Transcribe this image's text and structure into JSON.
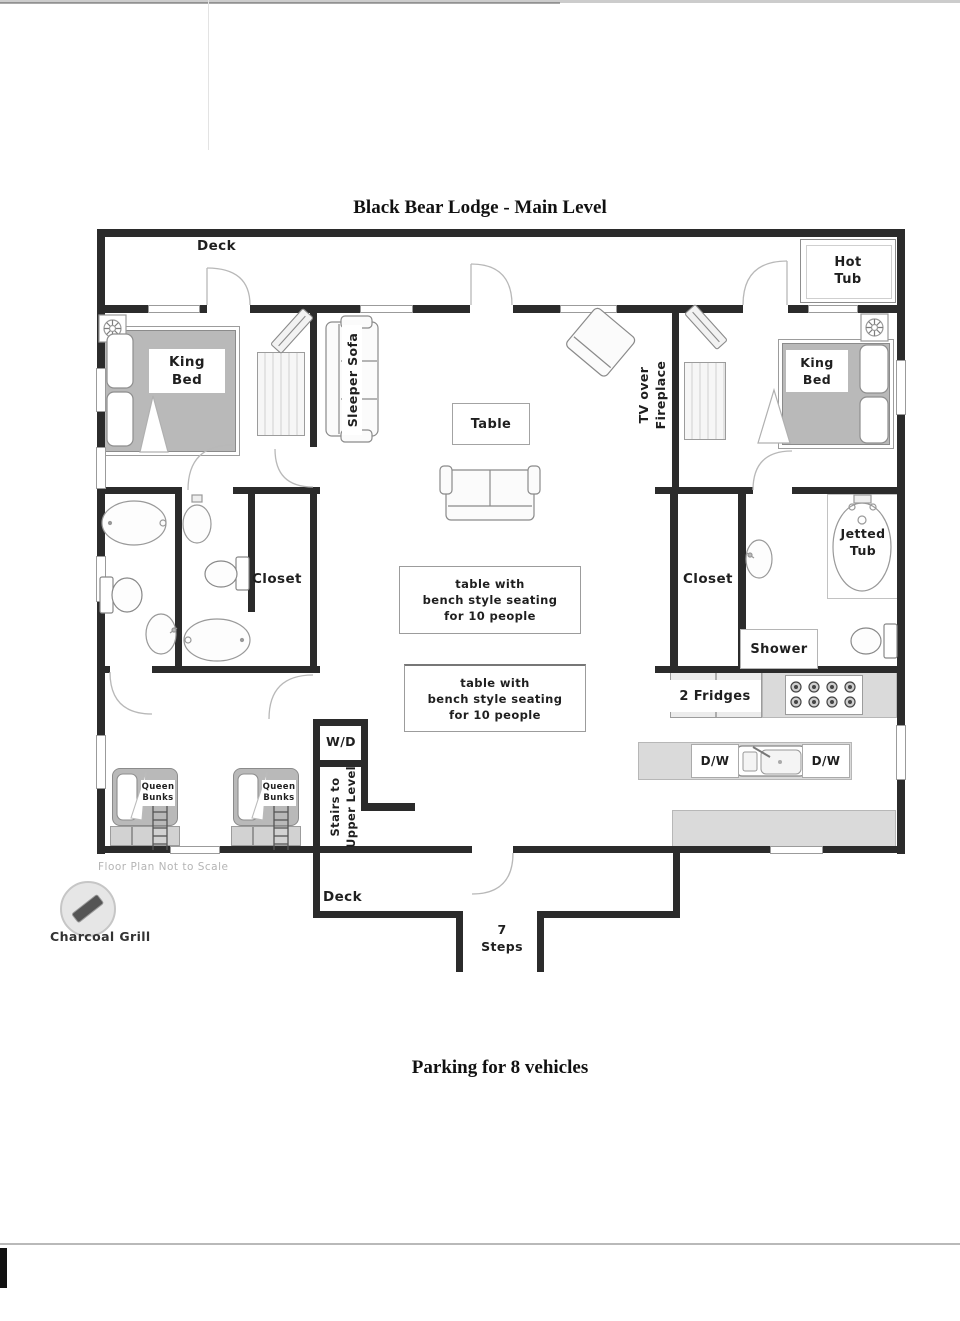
{
  "document": {
    "title": "Black Bear Lodge - Main Level",
    "parking_note": "Parking for 8 vehicles",
    "scale_note": "Floor Plan Not to Scale"
  },
  "labels": {
    "deck_top": "Deck",
    "deck_bottom": "Deck",
    "hot_tub": [
      "Hot",
      "Tub"
    ],
    "king_bed_left": [
      "King",
      "Bed"
    ],
    "king_bed_right": [
      "King",
      "Bed"
    ],
    "sleeper_sofa": "Sleeper Sofa",
    "tv_over_fireplace": [
      "TV over",
      "Fireplace"
    ],
    "table": "Table",
    "closet_left": "Closet",
    "closet_right": "Closet",
    "jetted_tub": [
      "Jetted",
      "Tub"
    ],
    "shower": "Shower",
    "dining_table_1": [
      "table with",
      "bench style seating",
      "for 10 people"
    ],
    "dining_table_2": [
      "table with",
      "bench style seating",
      "for 10 people"
    ],
    "fridges": "2 Fridges",
    "dishwasher_left": "D/W",
    "dishwasher_right": "D/W",
    "washer_dryer": "W/D",
    "stairs": [
      "Stairs to",
      "Upper Level"
    ],
    "queen_bunks_1": [
      "Queen",
      "Bunks"
    ],
    "queen_bunks_2": [
      "Queen",
      "Bunks"
    ],
    "seven_steps": [
      "7",
      "Steps"
    ],
    "charcoal_grill": "Charcoal Grill"
  },
  "colors": {
    "wall": "#2b2b2b",
    "furniture_gray": "#b9b9b9",
    "counter_gray": "#dadada",
    "label_text": "#1f1f1f"
  }
}
